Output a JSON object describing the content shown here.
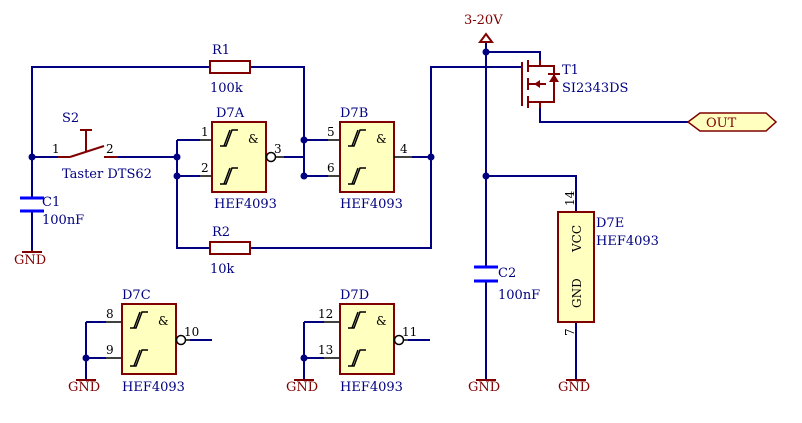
{
  "supply": {
    "label": "3-20V"
  },
  "output_port": {
    "label": "OUT"
  },
  "switch_s2": {
    "ref": "S2",
    "value": "Taster DTS62",
    "pin1": "1",
    "pin2": "2"
  },
  "c1": {
    "ref": "C1",
    "value": "100nF"
  },
  "c2": {
    "ref": "C2",
    "value": "100nF"
  },
  "r1": {
    "ref": "R1",
    "value": "100k"
  },
  "r2": {
    "ref": "R2",
    "value": "10k"
  },
  "t1": {
    "ref": "T1",
    "value": "SI2343DS"
  },
  "d7a": {
    "ref": "D7A",
    "part": "HEF4093",
    "in1": "1",
    "in2": "2",
    "out": "3"
  },
  "d7b": {
    "ref": "D7B",
    "part": "HEF4093",
    "in1": "5",
    "in2": "6",
    "out": "4"
  },
  "d7c": {
    "ref": "D7C",
    "part": "HEF4093",
    "in1": "8",
    "in2": "9",
    "out": "10"
  },
  "d7d": {
    "ref": "D7D",
    "part": "HEF4093",
    "in1": "12",
    "in2": "13",
    "out": "11"
  },
  "d7e": {
    "ref": "D7E",
    "part": "HEF4093",
    "vcc": "VCC",
    "gnd": "GND",
    "pin_vcc": "14",
    "pin_gnd": "7"
  },
  "gate_symbol": "&",
  "gnd_labels": [
    "GND",
    "GND",
    "GND",
    "GND",
    "GND"
  ]
}
